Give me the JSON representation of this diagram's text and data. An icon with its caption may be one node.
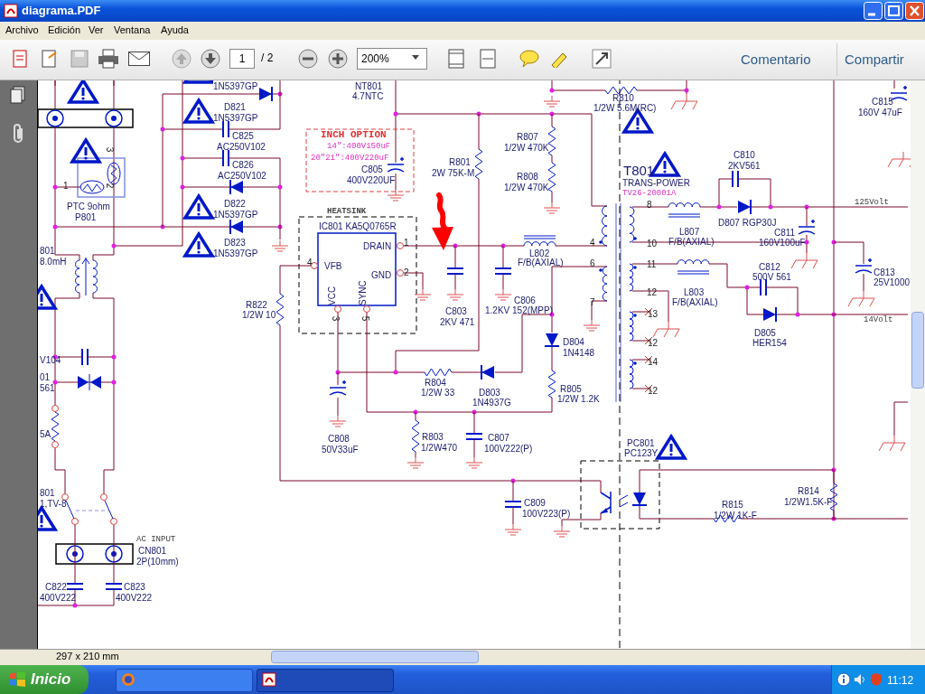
{
  "diagram": {
    "title": "diagrama.PDF",
    "labels": [
      "Archivo",
      "Edición",
      "Ver",
      "Ventana",
      "Ayuda",
      "1",
      "/ 2",
      "200%",
      "Comentario",
      "Compartir",
      "1N5397GP",
      "NT801",
      "4.7NTC",
      "R810",
      "1/2W 5.6M(RC)",
      "C815",
      "160V 47uF",
      "D821",
      "1N5397GP",
      "INCH OPTION",
      "14\":400V150uF",
      "20\"21\":400V220uF",
      "R807",
      "1/2W 470K",
      "C825",
      "AC250V102",
      "C810",
      "2KV561",
      "R801",
      "2W 75K-M",
      "C826",
      "AC250V102",
      "C805",
      "400V220UF",
      "T801",
      "TRANS-POWER",
      "TV26-20001A",
      "R808",
      "1/2W 470K",
      "3",
      "1",
      "2",
      "PTC 9ohm",
      "P801",
      "D822",
      "1N5397GP",
      "125Volt",
      "HEATSINK",
      "8",
      "D807  RGP30J",
      "IC801  KA5Q0765R",
      "L807",
      "C811",
      "D823",
      "DRAIN",
      "1",
      "4",
      "10",
      "F/B(AXIAL)",
      "160V100uF",
      "801",
      "1N5397GP",
      "L802",
      "8.0mH",
      "4",
      "VFB",
      "F/B(AXIAL)",
      "6",
      "11",
      "C812",
      "GND",
      "2",
      "500V 561",
      "C813",
      "25V1000",
      "VCC",
      "SYNC",
      "12",
      "L803",
      "R822",
      "C806",
      "7",
      "F/B(AXIAL)",
      "1/2W 10",
      "C803",
      "1.2KV 152(MPP)",
      "13",
      "3",
      "5",
      "2KV 471",
      "14Volt",
      "D805",
      "D804",
      "12",
      "HER154",
      "1N4148",
      "V104",
      "14",
      "01",
      "561",
      "R804",
      "1/2W 33",
      "R805",
      "1/2W 1.2K",
      "D803",
      "1N4937G",
      "12",
      "5A",
      "C808",
      "50V33uF",
      "R803",
      "1/2W470",
      "C807",
      "100V222(P)",
      "PC801",
      "PC123Y",
      "R814",
      "1/2W1.5K-F",
      "801",
      "1,TV-8",
      "C809",
      "100V223(P)",
      "R815",
      "1/2W 1K-F",
      "AC INPUT",
      "CN801",
      "2P(10mm)",
      "C822",
      "400V222",
      "C823",
      "400V222",
      "297 x 210 mm",
      "Inicio",
      "11:12"
    ]
  }
}
